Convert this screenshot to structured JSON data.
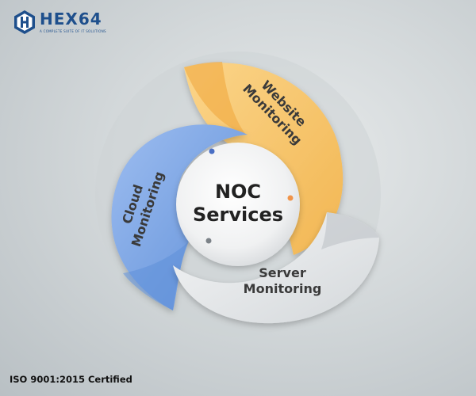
{
  "logo": {
    "wordmark": "HEX64",
    "tagline": "A COMPLETE SUITE OF IT SOLUTIONS"
  },
  "center": {
    "line1": "NOC",
    "line2": "Services"
  },
  "segments": {
    "website": {
      "line1": "Website",
      "line2": "Monitoring",
      "color": "#f7c463"
    },
    "cloud": {
      "line1": "Cloud",
      "line2": "Monitoring",
      "color": "#7ea7e6"
    },
    "server": {
      "line1": "Server",
      "line2": "Monitoring",
      "color": "#e8eaeb"
    }
  },
  "colors": {
    "brand": "#1e4f8c",
    "dot_blue": "#4a6fc4",
    "dot_orange": "#f0944a",
    "dot_gray": "#7c8288"
  },
  "footer": {
    "certification": "ISO 9001:2015 Certified"
  }
}
